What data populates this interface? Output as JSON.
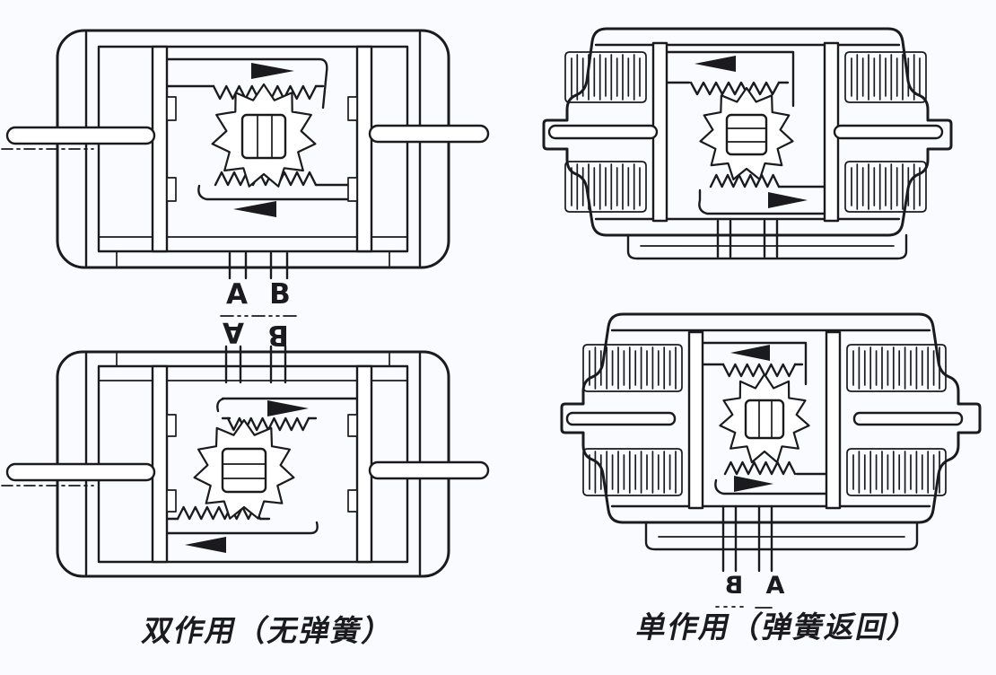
{
  "canvas": {
    "background": "#fafbfe",
    "ink": "#1b1b1e"
  },
  "captions": {
    "double_acting": "双作用（无弹簧）",
    "single_acting": "单作用（弹簧返回）"
  },
  "tl": {
    "port_a": "A",
    "port_b": "B"
  },
  "bl": {
    "port_a": "A",
    "port_b": "B"
  },
  "br": {
    "port_b": "B",
    "port_a": "A"
  },
  "icons": {
    "top_left_diagram_arrows": [
      "flow-arrow-right",
      "flow-arrow-left"
    ],
    "bottom_left_diagram_arrows": [
      "flow-arrow-right",
      "flow-arrow-left"
    ],
    "top_right_diagram_arrows": [
      "flow-arrow-left",
      "flow-arrow-right"
    ],
    "bottom_right_diagram_arrows": [
      "flow-arrow-left",
      "flow-arrow-right"
    ]
  }
}
